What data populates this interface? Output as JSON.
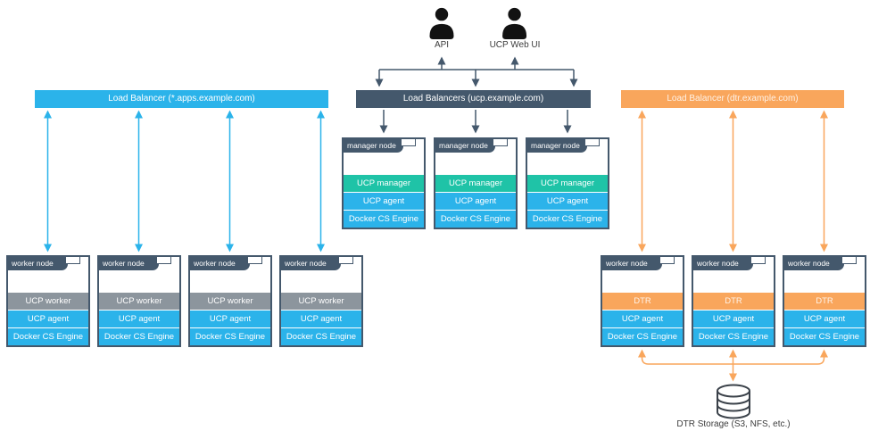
{
  "actors": [
    {
      "label": "API",
      "icon": "user-icon"
    },
    {
      "label": "UCP Web UI",
      "icon": "user-icon"
    }
  ],
  "load_balancers": {
    "apps": {
      "label": "Load Balancer (*.apps.example.com)",
      "color": "#2BB3EA"
    },
    "ucp": {
      "label": "Load Balancers (ucp.example.com)",
      "color": "#44586C"
    },
    "dtr": {
      "label": "Load Balancer (dtr.example.com)",
      "color": "#F9A65C"
    }
  },
  "manager_nodes": [
    {
      "tab": "manager node",
      "rows": [
        "UCP manager",
        "UCP agent",
        "Docker CS Engine"
      ]
    },
    {
      "tab": "manager node",
      "rows": [
        "UCP manager",
        "UCP agent",
        "Docker CS Engine"
      ]
    },
    {
      "tab": "manager node",
      "rows": [
        "UCP manager",
        "UCP agent",
        "Docker CS Engine"
      ]
    }
  ],
  "app_worker_nodes": [
    {
      "tab": "worker node",
      "rows": [
        "UCP worker",
        "UCP agent",
        "Docker CS Engine"
      ]
    },
    {
      "tab": "worker node",
      "rows": [
        "UCP worker",
        "UCP agent",
        "Docker CS Engine"
      ]
    },
    {
      "tab": "worker node",
      "rows": [
        "UCP worker",
        "UCP agent",
        "Docker CS Engine"
      ]
    },
    {
      "tab": "worker node",
      "rows": [
        "UCP worker",
        "UCP agent",
        "Docker CS Engine"
      ]
    }
  ],
  "dtr_worker_nodes": [
    {
      "tab": "worker node",
      "rows": [
        "DTR",
        "UCP agent",
        "Docker CS Engine"
      ]
    },
    {
      "tab": "worker node",
      "rows": [
        "DTR",
        "UCP agent",
        "Docker CS Engine"
      ]
    },
    {
      "tab": "worker node",
      "rows": [
        "DTR",
        "UCP agent",
        "Docker CS Engine"
      ]
    }
  ],
  "storage": {
    "label": "DTR Storage (S3, NFS, etc.)",
    "icon": "database-icon"
  },
  "colors": {
    "blue": "#2BB3EA",
    "dark": "#44586C",
    "teal": "#1FC3A7",
    "gray": "#8C959D",
    "orange": "#F9A65C",
    "row_gap": "#FFFFFF"
  }
}
